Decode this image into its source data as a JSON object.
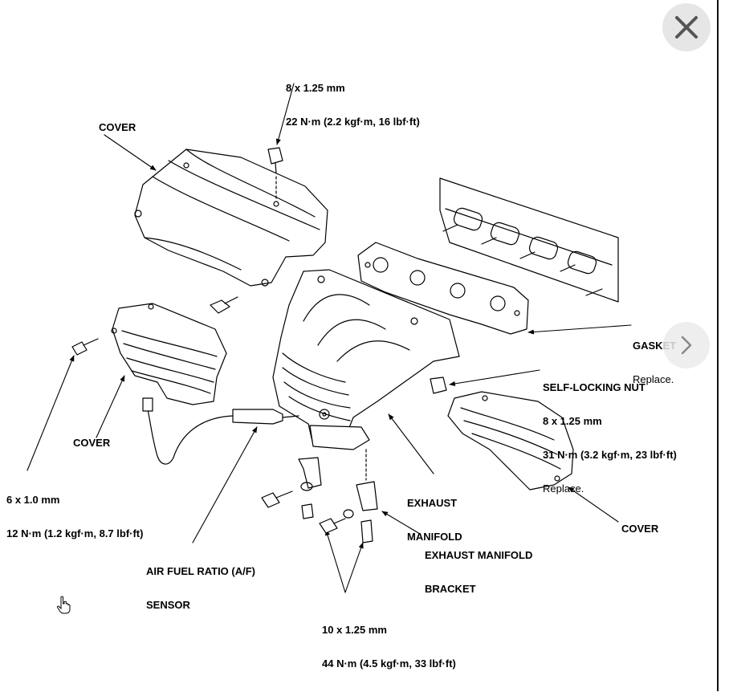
{
  "viewer": {
    "close_icon": "close-icon",
    "next_icon": "chevron-right-icon",
    "cursor_icon": "hand-pointer-icon"
  },
  "diagram": {
    "labels": {
      "top_bolt": {
        "line1": "8 x 1.25 mm",
        "line2": "22 N·m (2.2 kgf·m, 16 lbf·ft)"
      },
      "cover_upper": "COVER",
      "gasket": {
        "name": "GASKET",
        "note": "Replace."
      },
      "self_locking_nut": {
        "name": "SELF-LOCKING NUT",
        "line1": "8 x 1.25 mm",
        "line2": "31 N·m (3.2 kgf·m, 23 lbf·ft)",
        "note": "Replace."
      },
      "cover_left": "COVER",
      "left_bolt": {
        "line1": "6 x 1.0 mm",
        "line2": "12 N·m (1.2 kgf·m, 8.7 lbf·ft)"
      },
      "exhaust_manifold": {
        "line1": "EXHAUST",
        "line2": "MANIFOLD"
      },
      "cover_right": "COVER",
      "bracket": {
        "line1": "EXHAUST MANIFOLD",
        "line2": "BRACKET"
      },
      "af_sensor": {
        "line1": "AIR FUEL RATIO (A/F)",
        "line2": "SENSOR"
      },
      "bottom_bolt": {
        "line1": "10 x 1.25 mm",
        "line2": "44 N·m (4.5 kgf·m, 33 lbf·ft)"
      }
    }
  }
}
